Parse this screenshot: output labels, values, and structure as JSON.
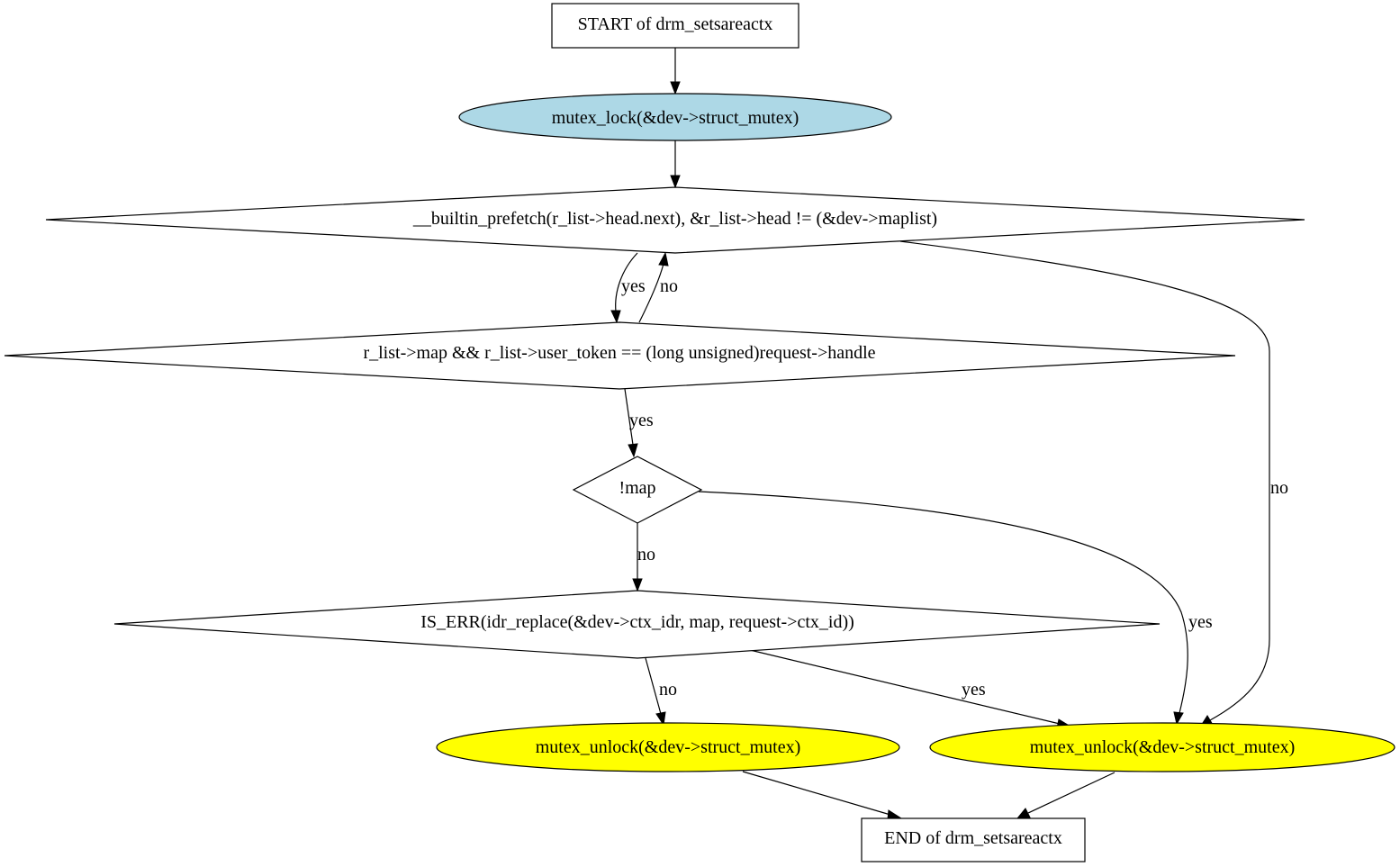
{
  "diagram": {
    "nodes": {
      "start": {
        "label": "START of drm_setsareactx",
        "shape": "box",
        "fill": "#ffffff"
      },
      "lock": {
        "label": "mutex_lock(&dev->struct_mutex)",
        "shape": "ellipse",
        "fill": "#add8e6"
      },
      "loop_cond": {
        "label": "__builtin_prefetch(r_list->head.next), &r_list->head != (&dev->maplist)",
        "shape": "diamond",
        "fill": "#ffffff"
      },
      "match_cond": {
        "label": "r_list->map && r_list->user_token == (long unsigned)request->handle",
        "shape": "diamond",
        "fill": "#ffffff"
      },
      "not_map": {
        "label": "!map",
        "shape": "diamond",
        "fill": "#ffffff"
      },
      "is_err": {
        "label": "IS_ERR(idr_replace(&dev->ctx_idr, map, request->ctx_id))",
        "shape": "diamond",
        "fill": "#ffffff"
      },
      "unlock_left": {
        "label": "mutex_unlock(&dev->struct_mutex)",
        "shape": "ellipse",
        "fill": "#ffff00"
      },
      "unlock_right": {
        "label": "mutex_unlock(&dev->struct_mutex)",
        "shape": "ellipse",
        "fill": "#ffff00"
      },
      "end": {
        "label": "END of drm_setsareactx",
        "shape": "box",
        "fill": "#ffffff"
      }
    },
    "edges": [
      {
        "from": "start",
        "to": "lock",
        "label": ""
      },
      {
        "from": "lock",
        "to": "loop_cond",
        "label": ""
      },
      {
        "from": "loop_cond",
        "to": "match_cond",
        "label": "yes"
      },
      {
        "from": "match_cond",
        "to": "loop_cond",
        "label": "no"
      },
      {
        "from": "loop_cond",
        "to": "unlock_right",
        "label": "no"
      },
      {
        "from": "match_cond",
        "to": "not_map",
        "label": "yes"
      },
      {
        "from": "not_map",
        "to": "is_err",
        "label": "no"
      },
      {
        "from": "not_map",
        "to": "unlock_right",
        "label": "yes"
      },
      {
        "from": "is_err",
        "to": "unlock_left",
        "label": "no"
      },
      {
        "from": "is_err",
        "to": "unlock_right",
        "label": "yes"
      },
      {
        "from": "unlock_left",
        "to": "end",
        "label": ""
      },
      {
        "from": "unlock_right",
        "to": "end",
        "label": ""
      }
    ]
  }
}
